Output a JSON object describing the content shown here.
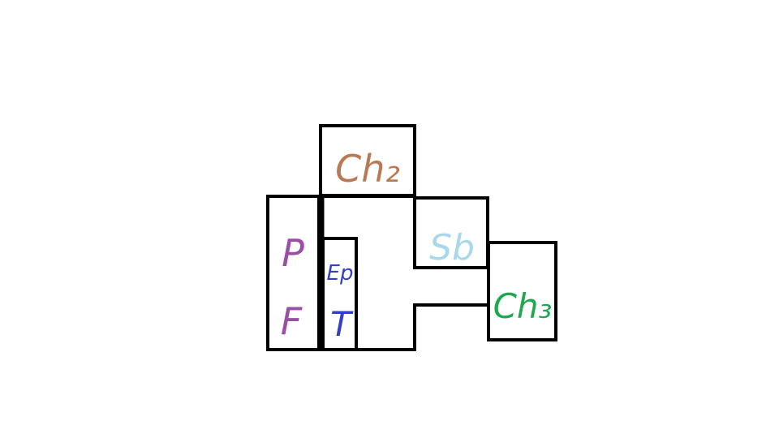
{
  "labels": {
    "ch2": {
      "text": "Ch₂",
      "color": "#b87a55"
    },
    "sb": {
      "text": "Sb",
      "color": "#a8d8ec"
    },
    "ch3": {
      "text": "Ch₃",
      "color": "#1fa84f"
    },
    "p": {
      "text": "P",
      "color": "#9a4ea6"
    },
    "f": {
      "text": "F",
      "color": "#9a4ea6"
    },
    "ep": {
      "text": "Ep",
      "color": "#3340c4"
    },
    "t": {
      "text": "T",
      "color": "#3340c4"
    }
  },
  "style": {
    "stroke_color": "#000000",
    "background": "#ffffff"
  }
}
